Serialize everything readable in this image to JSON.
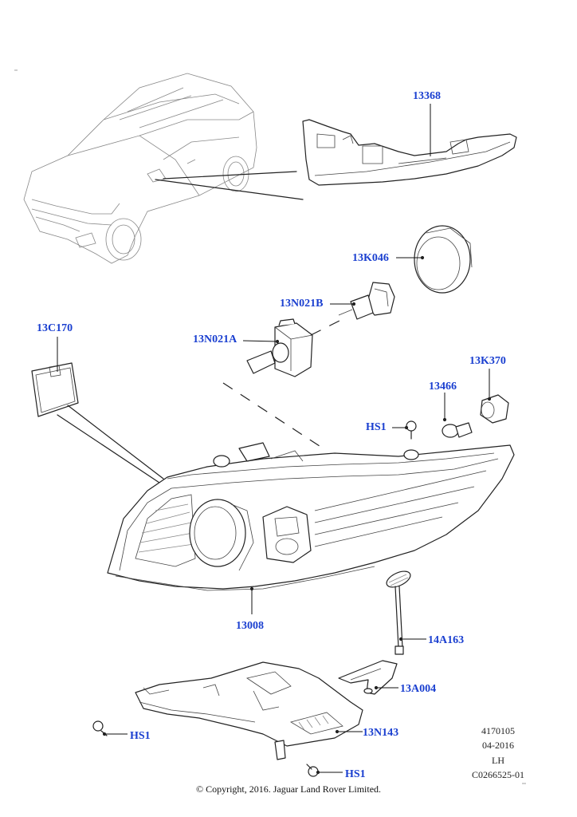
{
  "callouts": {
    "p13368": "13368",
    "p13K046": "13K046",
    "p13N021B": "13N021B",
    "p13N021A": "13N021A",
    "p13C170": "13C170",
    "p13K370": "13K370",
    "p13466": "13466",
    "hs1_top": "HS1",
    "p13008": "13008",
    "p14A163": "14A163",
    "p13A004": "13A004",
    "p13N143": "13N143",
    "hs1_left": "HS1",
    "hs1_bottom": "HS1"
  },
  "meta": {
    "number": "4170105",
    "date": "04-2016",
    "side": "LH",
    "code": "C0266525-01"
  },
  "copyright": "© Copyright, 2016. Jaguar Land Rover Limited.",
  "colors": {
    "callout": "#1a3fd0",
    "line": "#222222"
  }
}
